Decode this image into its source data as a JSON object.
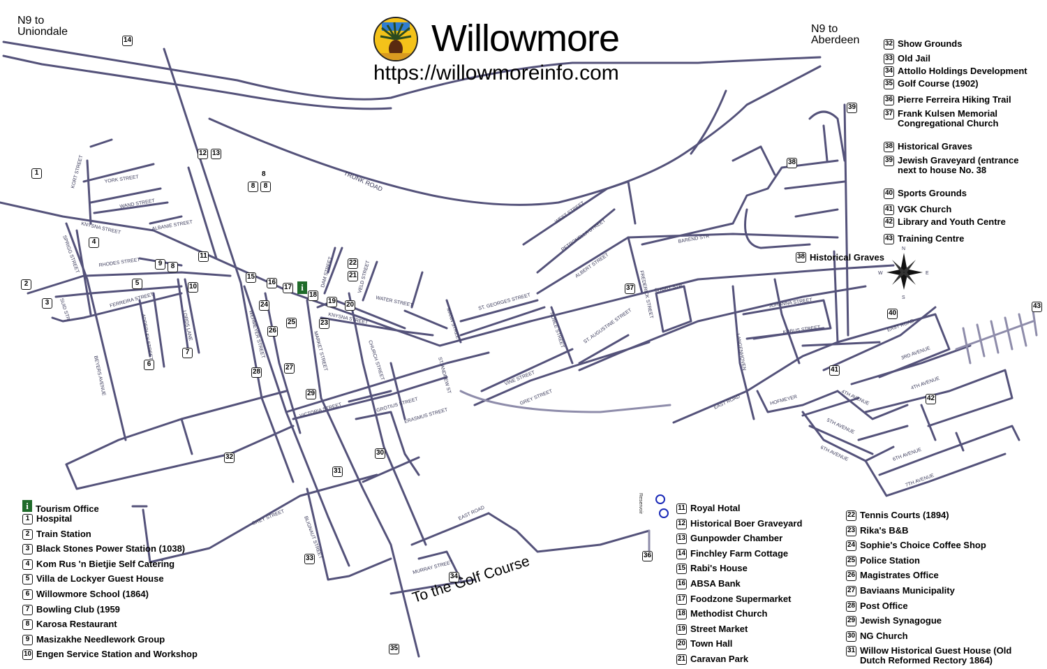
{
  "header": {
    "title": "Willowmore",
    "url": "https://willowmoreinfo.com"
  },
  "edge_labels": {
    "n9_uniondale": "N9 to\nUniondale",
    "n9_aberdeen": "N9 to\nAberdeen",
    "golf": "To the Golf Course",
    "historical_graves": "Historical Graves",
    "reservoir": "Reservoir"
  },
  "compass": {
    "n": "N",
    "s": "S",
    "e": "E",
    "w": "W"
  },
  "streets": {
    "trunk_road": "TRUNK ROAD",
    "kort": "KORT STREET",
    "york": "YORK STREET",
    "wand": "WAND STREET",
    "knysna1": "KNYSNA STREET",
    "albanie": "ALBANIE STREET",
    "sprigg": "SPRIGG STREET",
    "rhodes": "RHODES STREET",
    "ferreira": "FERREIRA STREET",
    "suid": "SUID STR",
    "adderley": "ADDERLEY STREET",
    "lords": "LORDS LANE",
    "beyers": "BEYERS AVENUE",
    "wehmeyer": "WEHMEYER STREET",
    "market": "MARKET STREET",
    "dam": "DAM STREET",
    "veld": "VELD STREET",
    "water": "WATER STREET",
    "knysna2": "KNYSNA STREET",
    "church": "CHURCH STREET",
    "mann": "MANN STREET",
    "st_georges": "ST. GEORGES STREET",
    "west": "WEST STREET",
    "petronella": "PETRONELLA STREET",
    "albert": "ALBERT STREET",
    "noble": "NOBLE STREET",
    "st_augustine": "ST. AUGUSTINE STREET",
    "frederick": "FREDERICK STREET",
    "short": "SHORT STR",
    "barend": "BAREND STR",
    "johanna": "JOHANNA STREET",
    "kobus": "KOBUS STREET",
    "langenhoven": "LANGENHOVEN",
    "east_road1": "EAST ROAD",
    "east_road2": "EAST ROAD",
    "east_road3": "EAST ROAD",
    "third": "3RD AVENUE",
    "fourth1": "4TH AVENUE",
    "fourth2": "4TH AVENUE",
    "fifth": "5TH AVENUE",
    "sixth1": "6TH AVENUE",
    "sixth2": "6TH AVENUE",
    "seventh": "7TH AVENUE",
    "hofmeyer": "HOFMEYER",
    "vine": "VINE STREET",
    "grey1": "GREY STREET",
    "grey2": "GREY STREET",
    "st_andrews": "ST. ANDREW ST",
    "grotius": "GROTIUS STREET",
    "erasmus": "ERASMUS STREET",
    "victoria": "VICTORIA STREET",
    "blignaut": "BLIGNAUT STREET",
    "murray": "MURRAY STREET"
  },
  "map_badges": [
    "14",
    "1",
    "12",
    "13",
    "8",
    "8",
    "4",
    "9",
    "8",
    "11",
    "2",
    "3",
    "5",
    "10",
    "15",
    "16",
    "17",
    "18",
    "22",
    "21",
    "19",
    "20",
    "23",
    "24",
    "25",
    "26",
    "6",
    "7",
    "27",
    "28",
    "29",
    "32",
    "31",
    "30",
    "33",
    "34",
    "35",
    "36",
    "37",
    "38",
    "38",
    "39",
    "40",
    "41",
    "42",
    "43"
  ],
  "legend": {
    "tourism": "Tourism Office",
    "col1": [
      {
        "n": "1",
        "t": "Hospital"
      },
      {
        "n": "2",
        "t": "Train Station"
      },
      {
        "n": "3",
        "t": "Black Stones Power Station (1038)"
      },
      {
        "n": "4",
        "t": "Kom Rus 'n Bietjie Self Catering"
      },
      {
        "n": "5",
        "t": "Villa de Lockyer Guest House"
      },
      {
        "n": "6",
        "t": " Willowmore School (1864)"
      },
      {
        "n": "7",
        "t": "Bowling Club (1959"
      },
      {
        "n": "8",
        "t": "Karosa Restaurant"
      },
      {
        "n": "9",
        "t": "Masizakhe Needlework Group"
      },
      {
        "n": "10",
        "t": "Engen Service Station and Workshop"
      }
    ],
    "col2": [
      {
        "n": "11",
        "t": "Royal Hotal"
      },
      {
        "n": "12",
        "t": "Historical Boer Graveyard"
      },
      {
        "n": "13",
        "t": "Gunpowder Chamber"
      },
      {
        "n": "14",
        "t": "Finchley Farm Cottage"
      },
      {
        "n": "15",
        "t": "Rabi's House"
      },
      {
        "n": "16",
        "t": "ABSA Bank"
      },
      {
        "n": "17",
        "t": " Foodzone Supermarket"
      },
      {
        "n": "18",
        "t": "Methodist Church"
      },
      {
        "n": "19",
        "t": "Street Market"
      },
      {
        "n": "20",
        "t": "Town Hall"
      },
      {
        "n": "21",
        "t": "Caravan Park"
      }
    ],
    "col3": [
      {
        "n": "22",
        "t": "Tennis Courts (1894)"
      },
      {
        "n": "23",
        "t": "Rika's B&B"
      },
      {
        "n": "24",
        "t": "Sophie's Choice Coffee Shop"
      },
      {
        "n": "25",
        "t": "Police Station"
      },
      {
        "n": "26",
        "t": "Magistrates Office"
      },
      {
        "n": "27",
        "t": " Baviaans Municipality"
      },
      {
        "n": "28",
        "t": "Post Office"
      },
      {
        "n": "29",
        "t": "Jewish Synagogue"
      },
      {
        "n": "30",
        "t": "NG Church"
      },
      {
        "n": "31",
        "t": "Willow Historical Guest House (Old\nDutch Reformed Rectory 1864)"
      }
    ],
    "col4": [
      {
        "n": "32",
        "t": "Show Grounds"
      },
      {
        "n": "33",
        "t": "Old Jail"
      },
      {
        "n": "34",
        "t": "Attollo Holdings Development"
      },
      {
        "n": "35",
        "t": "Golf Course (1902)"
      },
      {
        "n": "36",
        "t": "Pierre Ferreira Hiking Trail"
      },
      {
        "n": "37",
        "t": "Frank Kulsen Memorial\nCongregational Church"
      },
      {
        "n": "38",
        "t": "Historical Graves"
      },
      {
        "n": "39",
        "t": "Jewish Graveyard (entrance\nnext to house No. 38"
      },
      {
        "n": "40",
        "t": "Sports Grounds"
      },
      {
        "n": "41",
        "t": "VGK Church"
      },
      {
        "n": "42",
        "t": "Library and Youth Centre"
      },
      {
        "n": "43",
        "t": "Training Centre"
      }
    ]
  }
}
